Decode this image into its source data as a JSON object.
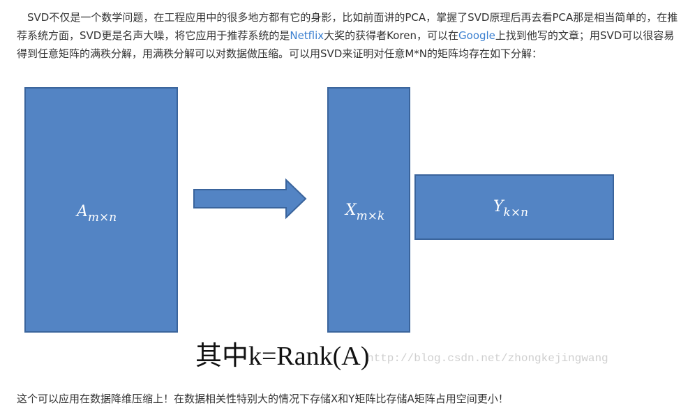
{
  "article": {
    "intro": {
      "text_before_netflix": "SVD不仅是一个数学问题，在工程应用中的很多地方都有它的身影，比如前面讲的PCA，掌握了SVD原理后再去看PCA那是相当简单的，在推荐系统方面，SVD更是名声大噪，将它应用于推荐系统的是",
      "netflix_link": "Netflix",
      "text_between_links": "大奖的获得者Koren，可以在",
      "google_link": "Google",
      "text_after_google": "上找到他写的文章；用SVD可以很容易得到任意矩阵的满秩分解，用满秩分解可以对数据做压缩。可以用SVD来证明对任意M*N的矩阵均存在如下分解："
    },
    "diagram": {
      "fill_color": "#5384c4",
      "stroke_color": "#3a649c",
      "matrix_a": {
        "base": "A",
        "subscript": "m×n"
      },
      "matrix_x": {
        "base": "X",
        "subscript": "m×k"
      },
      "matrix_y": {
        "base": "Y",
        "subscript": "k×n"
      }
    },
    "caption": "其中k=Rank(A)",
    "watermark": "http://blog.csdn.net/zhongkejingwang",
    "footer_text": "这个可以应用在数据降维压缩上！在数据相关性特别大的情况下存储X和Y矩阵比存储A矩阵占用空间更小！"
  }
}
